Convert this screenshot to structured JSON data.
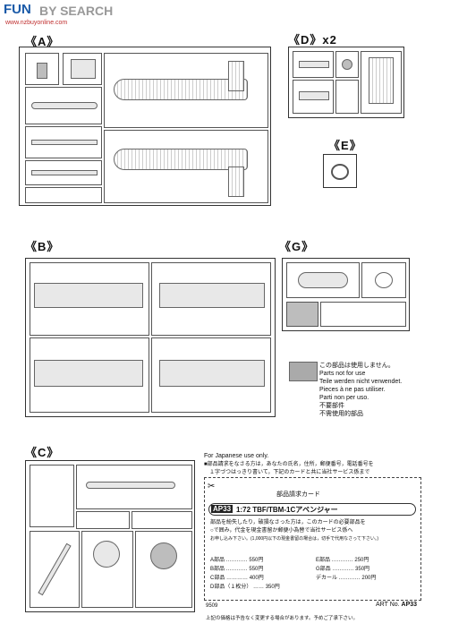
{
  "watermark": {
    "site": "FUN",
    "search": "BY SEARCH",
    "url": "www.nzbuyonline.com"
  },
  "sections": {
    "a": "A",
    "d": "D",
    "d_qty": "x2",
    "e": "E",
    "b": "B",
    "g": "G",
    "c": "C"
  },
  "unused_notice": {
    "lines": [
      "この部品は使用しません。",
      "Parts not for use",
      "Teile werden nicht verwendet.",
      "Pieces à ne pas utiliser.",
      "Parti non per uso.",
      "不要部件",
      "不需使用的部品"
    ]
  },
  "japan": {
    "title": "For Japanese use only.",
    "line1": "■部品請求をなさる方は，あなたの氏名，住所，郵便番号，電話番号を",
    "line2": "１字づつはっきり書いて，下記のカードと共に当社サービス係まで",
    "card_title": "部品請求カード",
    "product_code": "AP33",
    "product_name": "1:72 TBF/TBM-1Cアベンジャー",
    "info1": "部品を紛失したり，破損なさった方は，このカードの必要部品を",
    "info2": "○で囲み，代金を現金書留か郵便小為替で当社サービス係へ",
    "info3": "お申し込み下さい。(1,000円以下の現金書留の場合は，切手で代用なさって下さい。)",
    "prices_left": [
      {
        "label": "A部品",
        "price": "550円"
      },
      {
        "label": "B部品",
        "price": "550円"
      },
      {
        "label": "C部品",
        "price": "400円"
      },
      {
        "label": "D部品（１枚分）",
        "price": "350円"
      }
    ],
    "prices_right": [
      {
        "label": "E部品",
        "price": "250円"
      },
      {
        "label": "G部品",
        "price": "350円"
      },
      {
        "label": "デカール",
        "price": "200円"
      }
    ],
    "code": "9509",
    "art_label": "ART No.",
    "art_no": "AP33",
    "footer": "上記の価格は予告なく変更する場合があります。予めご了承下さい。"
  }
}
